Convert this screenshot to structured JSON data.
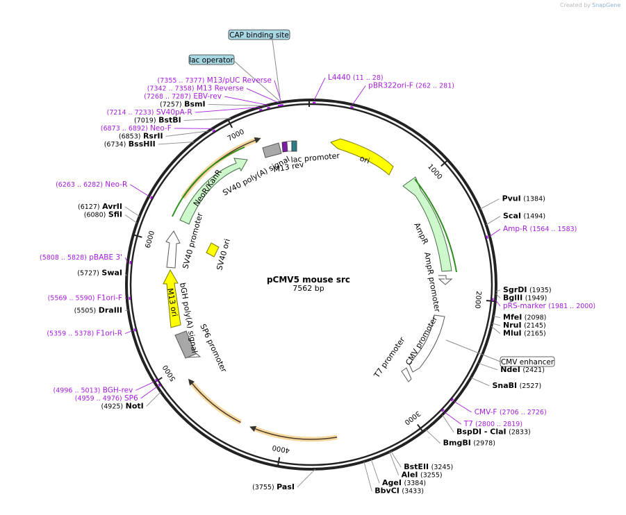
{
  "watermark": {
    "prefix": "Created by",
    "brand": "SnapGene"
  },
  "plasmid": {
    "name": "pCMV5 mouse src",
    "length_label": "7562 bp",
    "length_bp": 7562
  },
  "ticks": [
    {
      "bp": 1000,
      "label": "1000"
    },
    {
      "bp": 2000,
      "label": "2000"
    },
    {
      "bp": 3000,
      "label": "3000"
    },
    {
      "bp": 4000,
      "label": "4000"
    },
    {
      "bp": 5000,
      "label": "5000"
    },
    {
      "bp": 6000,
      "label": "6000"
    },
    {
      "bp": 7000,
      "label": "7000"
    }
  ],
  "colors": {
    "enzyme": "#000000",
    "primer": "#a61cde",
    "primer_range": "#a61cde",
    "leader": "#8a8a8a",
    "primer_leader": "#a61cde"
  },
  "enzymes": [
    {
      "name": "PvuI",
      "pos": "(1384)",
      "bp": 1384,
      "side": "right"
    },
    {
      "name": "ScaI",
      "pos": "(1494)",
      "bp": 1494,
      "side": "right"
    },
    {
      "name": "SgrDI",
      "pos": "(1935)",
      "bp": 1935,
      "side": "right"
    },
    {
      "name": "BglII",
      "pos": "(1949)",
      "bp": 1949,
      "side": "right"
    },
    {
      "name": "MfeI",
      "pos": "(2098)",
      "bp": 2098,
      "side": "right"
    },
    {
      "name": "NruI",
      "pos": "(2145)",
      "bp": 2145,
      "side": "right"
    },
    {
      "name": "MluI",
      "pos": "(2165)",
      "bp": 2165,
      "side": "right"
    },
    {
      "name": "NdeI",
      "pos": "(2421)",
      "bp": 2421,
      "side": "right"
    },
    {
      "name": "SnaBI",
      "pos": "(2527)",
      "bp": 2527,
      "side": "right"
    },
    {
      "name": "BspDI - ClaI",
      "pos": "(2833)",
      "bp": 2833,
      "side": "right"
    },
    {
      "name": "BmgBI",
      "pos": "(2978)",
      "bp": 2978,
      "side": "right"
    },
    {
      "name": "BstEII",
      "pos": "(3245)",
      "bp": 3245,
      "side": "right"
    },
    {
      "name": "AleI",
      "pos": "(3255)",
      "bp": 3255,
      "side": "right"
    },
    {
      "name": "AgeI",
      "pos": "(3384)",
      "bp": 3384,
      "side": "right"
    },
    {
      "name": "BbvCI",
      "pos": "(3433)",
      "bp": 3433,
      "side": "right"
    },
    {
      "name": "PasI",
      "pos": "(3755)",
      "bp": 3755,
      "side": "left"
    },
    {
      "name": "NotI",
      "pos": "(4925)",
      "bp": 4925,
      "side": "left"
    },
    {
      "name": "DraIII",
      "pos": "(5505)",
      "bp": 5505,
      "side": "left"
    },
    {
      "name": "SwaI",
      "pos": "(5727)",
      "bp": 5727,
      "side": "left"
    },
    {
      "name": "SfiI",
      "pos": "(6080)",
      "bp": 6080,
      "side": "left"
    },
    {
      "name": "AvrII",
      "pos": "(6127)",
      "bp": 6127,
      "side": "left"
    },
    {
      "name": "BssHII",
      "pos": "(6734)",
      "bp": 6734,
      "side": "left"
    },
    {
      "name": "RsrII",
      "pos": "(6853)",
      "bp": 6853,
      "side": "left"
    },
    {
      "name": "BstBI",
      "pos": "(7019)",
      "bp": 7019,
      "side": "left"
    },
    {
      "name": "BsmI",
      "pos": "(7257)",
      "bp": 7257,
      "side": "left"
    }
  ],
  "primers": [
    {
      "name": "L4440",
      "pos": "(11 .. 28)",
      "bp": 19,
      "side": "right"
    },
    {
      "name": "pBR322ori-F",
      "pos": "(262 .. 281)",
      "bp": 271,
      "side": "right"
    },
    {
      "name": "Amp-R",
      "pos": "(1564 .. 1583)",
      "bp": 1573,
      "side": "right"
    },
    {
      "name": "pRS-marker",
      "pos": "(1981 .. 2000)",
      "bp": 1990,
      "side": "right"
    },
    {
      "name": "CMV-F",
      "pos": "(2706 .. 2726)",
      "bp": 2716,
      "side": "right"
    },
    {
      "name": "T7",
      "pos": "(2800 .. 2819)",
      "bp": 2810,
      "side": "right"
    },
    {
      "name": "SP6",
      "pos": "(4959 .. 4976)",
      "bp": 4967,
      "side": "left"
    },
    {
      "name": "BGH-rev",
      "pos": "(4996 .. 5013)",
      "bp": 5004,
      "side": "left"
    },
    {
      "name": "F1ori-R",
      "pos": "(5359 .. 5378)",
      "bp": 5368,
      "side": "left"
    },
    {
      "name": "F1ori-F",
      "pos": "(5569 .. 5590)",
      "bp": 5580,
      "side": "left"
    },
    {
      "name": "pBABE 3'",
      "pos": "(5808 .. 5828)",
      "bp": 5818,
      "side": "left"
    },
    {
      "name": "Neo-R",
      "pos": "(6263 .. 6282)",
      "bp": 6272,
      "side": "left"
    },
    {
      "name": "Neo-F",
      "pos": "(6873 .. 6892)",
      "bp": 6882,
      "side": "left"
    },
    {
      "name": "SV40pA-R",
      "pos": "(7214 .. 7233)",
      "bp": 7223,
      "side": "left"
    },
    {
      "name": "EBV-rev",
      "pos": "(7268 .. 7287)",
      "bp": 7277,
      "side": "left"
    },
    {
      "name": "M13 Reverse",
      "pos": "(7342 .. 7358)",
      "bp": 7350,
      "side": "left"
    },
    {
      "name": "M13/pUC Reverse",
      "pos": "(7355 .. 7377)",
      "bp": 7366,
      "side": "left"
    }
  ],
  "boxed_features": [
    {
      "name": "CAP binding site",
      "fill": "#a7d7e3"
    },
    {
      "name": "lac operator",
      "fill": "#a7d7e3"
    },
    {
      "name": "CMV enhancer",
      "fill": "#ffffff"
    }
  ],
  "inner_labels": [
    {
      "text": "ori"
    },
    {
      "text": "AmpR"
    },
    {
      "text": "AmpR promoter"
    },
    {
      "text": "CMV promoter"
    },
    {
      "text": "T7 promoter"
    },
    {
      "text": "SP6 promoter"
    },
    {
      "text": "bGH poly(A) signal"
    },
    {
      "text": "M13 ori"
    },
    {
      "text": "SV40 promoter"
    },
    {
      "text": "SV40 ori"
    },
    {
      "text": "NeoR/KanR"
    },
    {
      "text": "SV40 poly(A) signal"
    },
    {
      "text": "M13 rev"
    },
    {
      "text": "lac promoter"
    }
  ],
  "feature_colors": {
    "ori": "#ffff00",
    "AmpR": "#ccf8cc",
    "promoter": "#ffffff",
    "M13 ori": "#ffff00",
    "SV40 ori": "#ffff00",
    "NeoR/KanR": "#ccf8cc",
    "polyA": "#a8a8a8",
    "insert_glow": "#f5d8a0"
  }
}
